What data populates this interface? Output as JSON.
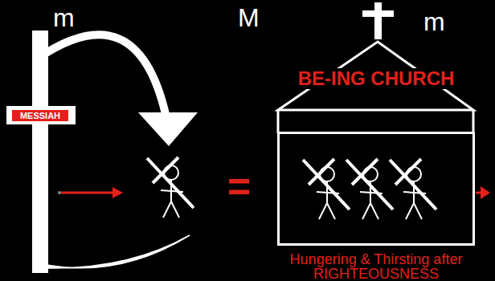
{
  "diagram": {
    "nodes": [
      {
        "text": [
          "MESSIAH"
        ]
      },
      {
        "text": [
          "BE-ING CHURCH",
          "Hungering & Thirsting after RIGHTEOUSNESS"
        ]
      }
    ],
    "labels": [
      "m",
      "M",
      "m",
      "="
    ]
  }
}
